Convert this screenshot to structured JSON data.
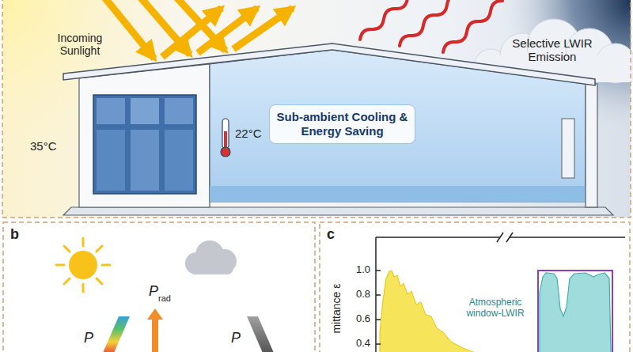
{
  "diagram": {
    "nodes": [
      {
        "text": [
          "Sub-ambient Cooling & Energy Saving"
        ]
      }
    ],
    "labels": [
      "Incoming Sunlight",
      "Selective LWIR Emission",
      "35°C",
      "22°C",
      "b",
      "P",
      "rad",
      "P",
      "P",
      "c",
      "1.0",
      "0.8",
      "0.6",
      "0.4",
      "mittance ε",
      "Atmospheric window-LWIR"
    ]
  }
}
